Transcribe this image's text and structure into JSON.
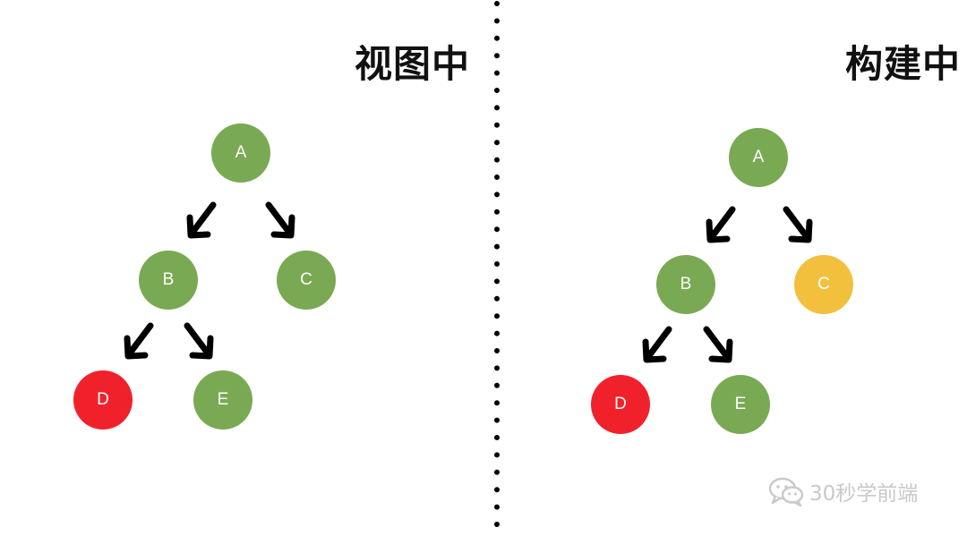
{
  "titles": {
    "left": "视图中",
    "right": "构建中"
  },
  "colors": {
    "green": "#7aa953",
    "red": "#f1212c",
    "yellow": "#f3c03d",
    "arrow": "#000000",
    "divider": "#000000",
    "watermark": "#c9c9c9"
  },
  "trees": [
    {
      "id": "view",
      "nodes": [
        {
          "id": "A",
          "label": "A",
          "status": "green"
        },
        {
          "id": "B",
          "label": "B",
          "status": "green"
        },
        {
          "id": "C",
          "label": "C",
          "status": "green"
        },
        {
          "id": "D",
          "label": "D",
          "status": "red"
        },
        {
          "id": "E",
          "label": "E",
          "status": "green"
        }
      ],
      "edges": [
        [
          "A",
          "B"
        ],
        [
          "A",
          "C"
        ],
        [
          "B",
          "D"
        ],
        [
          "B",
          "E"
        ]
      ]
    },
    {
      "id": "build",
      "nodes": [
        {
          "id": "A",
          "label": "A",
          "status": "green"
        },
        {
          "id": "B",
          "label": "B",
          "status": "green"
        },
        {
          "id": "C",
          "label": "C",
          "status": "yellow"
        },
        {
          "id": "D",
          "label": "D",
          "status": "red"
        },
        {
          "id": "E",
          "label": "E",
          "status": "green"
        }
      ],
      "edges": [
        [
          "A",
          "B"
        ],
        [
          "A",
          "C"
        ],
        [
          "B",
          "D"
        ],
        [
          "B",
          "E"
        ]
      ]
    }
  ],
  "watermark": {
    "text": "30秒学前端",
    "icon": "wechat-icon"
  }
}
